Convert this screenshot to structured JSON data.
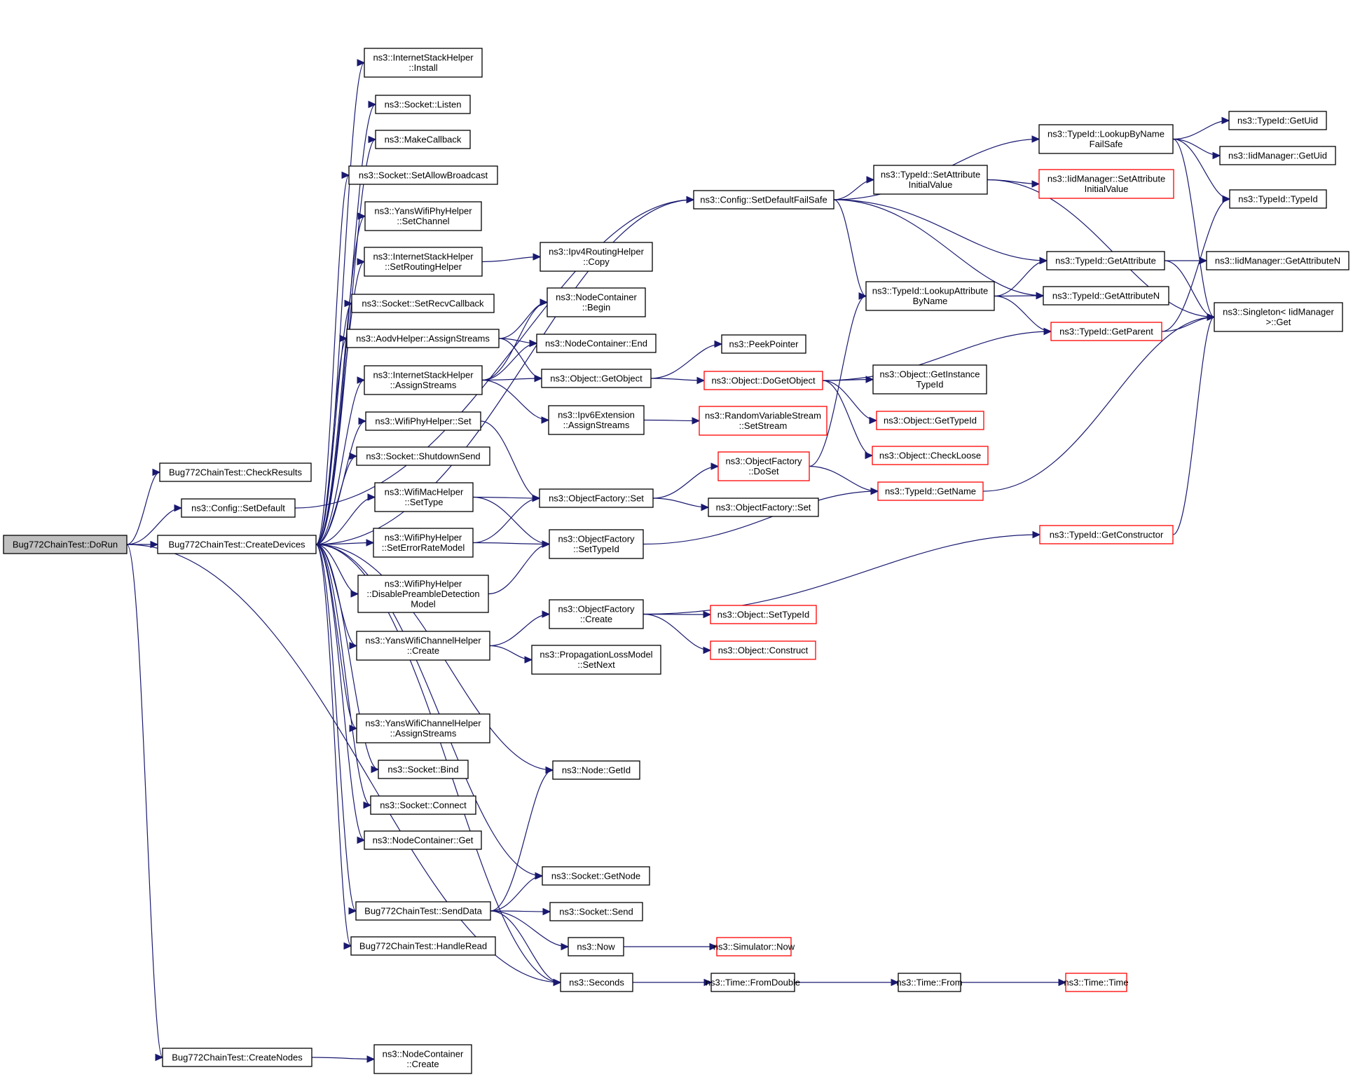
{
  "graph": {
    "title": "Bug772ChainTest::DoRun call graph",
    "colors": {
      "edge": "#191970",
      "node_border": "#000000",
      "node_border_incomplete": "#ff0000",
      "root_fill": "#bfbfbf"
    },
    "nodes": [
      {
        "id": "dorun",
        "lines": [
          "Bug772ChainTest::DoRun"
        ],
        "style": "root"
      },
      {
        "id": "checkresults",
        "lines": [
          "Bug772ChainTest::CheckResults"
        ]
      },
      {
        "id": "setdefault",
        "lines": [
          "ns3::Config::SetDefault"
        ]
      },
      {
        "id": "createdevices",
        "lines": [
          "Bug772ChainTest::CreateDevices"
        ]
      },
      {
        "id": "createnodes",
        "lines": [
          "Bug772ChainTest::CreateNodes"
        ]
      },
      {
        "id": "ish_install",
        "lines": [
          "ns3::InternetStackHelper",
          "::Install"
        ]
      },
      {
        "id": "sock_listen",
        "lines": [
          "ns3::Socket::Listen"
        ]
      },
      {
        "id": "makecallback",
        "lines": [
          "ns3::MakeCallback"
        ]
      },
      {
        "id": "sock_allowbc",
        "lines": [
          "ns3::Socket::SetAllowBroadcast"
        ]
      },
      {
        "id": "ywph_setchannel",
        "lines": [
          "ns3::YansWifiPhyHelper",
          "::SetChannel"
        ]
      },
      {
        "id": "ish_setrouting",
        "lines": [
          "ns3::InternetStackHelper",
          "::SetRoutingHelper"
        ]
      },
      {
        "id": "sock_setrecv",
        "lines": [
          "ns3::Socket::SetRecvCallback"
        ]
      },
      {
        "id": "aodv_assign",
        "lines": [
          "ns3::AodvHelper::AssignStreams"
        ]
      },
      {
        "id": "ish_assign",
        "lines": [
          "ns3::InternetStackHelper",
          "::AssignStreams"
        ]
      },
      {
        "id": "wph_set",
        "lines": [
          "ns3::WifiPhyHelper::Set"
        ]
      },
      {
        "id": "sock_shutdown",
        "lines": [
          "ns3::Socket::ShutdownSend"
        ]
      },
      {
        "id": "wmh_settype",
        "lines": [
          "ns3::WifiMacHelper",
          "::SetType"
        ]
      },
      {
        "id": "wph_seterr",
        "lines": [
          "ns3::WifiPhyHelper",
          "::SetErrorRateModel"
        ]
      },
      {
        "id": "wph_disable",
        "lines": [
          "ns3::WifiPhyHelper",
          "::DisablePreambleDetection",
          "Model"
        ]
      },
      {
        "id": "ywch_create",
        "lines": [
          "ns3::YansWifiChannelHelper",
          "::Create"
        ]
      },
      {
        "id": "ywch_assign",
        "lines": [
          "ns3::YansWifiChannelHelper",
          "::AssignStreams"
        ]
      },
      {
        "id": "sock_bind",
        "lines": [
          "ns3::Socket::Bind"
        ]
      },
      {
        "id": "sock_connect",
        "lines": [
          "ns3::Socket::Connect"
        ]
      },
      {
        "id": "nc_get",
        "lines": [
          "ns3::NodeContainer::Get"
        ]
      },
      {
        "id": "senddata",
        "lines": [
          "Bug772ChainTest::SendData"
        ]
      },
      {
        "id": "handleread",
        "lines": [
          "Bug772ChainTest::HandleRead"
        ]
      },
      {
        "id": "nc_create",
        "lines": [
          "ns3::NodeContainer",
          "::Create"
        ]
      },
      {
        "id": "ipv4rh_copy",
        "lines": [
          "ns3::Ipv4RoutingHelper",
          "::Copy"
        ]
      },
      {
        "id": "nc_begin",
        "lines": [
          "ns3::NodeContainer",
          "::Begin"
        ]
      },
      {
        "id": "nc_end",
        "lines": [
          "ns3::NodeContainer::End"
        ]
      },
      {
        "id": "obj_getobject",
        "lines": [
          "ns3::Object::GetObject"
        ]
      },
      {
        "id": "ipv6ext_assign",
        "lines": [
          "ns3::Ipv6Extension",
          "::AssignStreams"
        ]
      },
      {
        "id": "of_set",
        "lines": [
          "ns3::ObjectFactory::Set"
        ]
      },
      {
        "id": "of_settypeid",
        "lines": [
          "ns3::ObjectFactory",
          "::SetTypeId"
        ]
      },
      {
        "id": "of_create",
        "lines": [
          "ns3::ObjectFactory",
          "::Create"
        ]
      },
      {
        "id": "plm_setnext",
        "lines": [
          "ns3::PropagationLossModel",
          "::SetNext"
        ]
      },
      {
        "id": "node_getid",
        "lines": [
          "ns3::Node::GetId"
        ]
      },
      {
        "id": "sock_getnode",
        "lines": [
          "ns3::Socket::GetNode"
        ]
      },
      {
        "id": "sock_send",
        "lines": [
          "ns3::Socket::Send"
        ]
      },
      {
        "id": "now",
        "lines": [
          "ns3::Now"
        ]
      },
      {
        "id": "seconds",
        "lines": [
          "ns3::Seconds"
        ]
      },
      {
        "id": "cfg_setdefaultfs",
        "lines": [
          "ns3::Config::SetDefaultFailSafe"
        ]
      },
      {
        "id": "peekpointer",
        "lines": [
          "ns3::PeekPointer"
        ]
      },
      {
        "id": "obj_dogetobject",
        "lines": [
          "ns3::Object::DoGetObject"
        ],
        "style": "red"
      },
      {
        "id": "rvs_setstream",
        "lines": [
          "ns3::RandomVariableStream",
          "::SetStream"
        ],
        "style": "red"
      },
      {
        "id": "of_doset",
        "lines": [
          "ns3::ObjectFactory",
          "::DoSet"
        ],
        "style": "red"
      },
      {
        "id": "of_set2",
        "lines": [
          "ns3::ObjectFactory::Set"
        ]
      },
      {
        "id": "obj_settypeid",
        "lines": [
          "ns3::Object::SetTypeId"
        ],
        "style": "red"
      },
      {
        "id": "obj_construct",
        "lines": [
          "ns3::Object::Construct"
        ],
        "style": "red"
      },
      {
        "id": "sim_now",
        "lines": [
          "ns3::Simulator::Now"
        ],
        "style": "red"
      },
      {
        "id": "time_fromdouble",
        "lines": [
          "ns3::Time::FromDouble"
        ]
      },
      {
        "id": "tid_setattrinit",
        "lines": [
          "ns3::TypeId::SetAttribute",
          "InitialValue"
        ]
      },
      {
        "id": "tid_lookupattr",
        "lines": [
          "ns3::TypeId::LookupAttribute",
          "ByName"
        ]
      },
      {
        "id": "obj_getinsttid",
        "lines": [
          "ns3::Object::GetInstance",
          "TypeId"
        ]
      },
      {
        "id": "obj_gettypeid",
        "lines": [
          "ns3::Object::GetTypeId"
        ],
        "style": "red"
      },
      {
        "id": "obj_checkloose",
        "lines": [
          "ns3::Object::CheckLoose"
        ],
        "style": "red"
      },
      {
        "id": "tid_getname",
        "lines": [
          "ns3::TypeId::GetName"
        ],
        "style": "red"
      },
      {
        "id": "time_from",
        "lines": [
          "ns3::Time::From"
        ]
      },
      {
        "id": "tid_lookupbyname",
        "lines": [
          "ns3::TypeId::LookupByName",
          "FailSafe"
        ]
      },
      {
        "id": "iid_setattrinit",
        "lines": [
          "ns3::IidManager::SetAttribute",
          "InitialValue"
        ],
        "style": "red"
      },
      {
        "id": "tid_getattr",
        "lines": [
          "ns3::TypeId::GetAttribute"
        ]
      },
      {
        "id": "tid_getattrn",
        "lines": [
          "ns3::TypeId::GetAttributeN"
        ]
      },
      {
        "id": "tid_getparent",
        "lines": [
          "ns3::TypeId::GetParent"
        ],
        "style": "red"
      },
      {
        "id": "tid_getctor",
        "lines": [
          "ns3::TypeId::GetConstructor"
        ],
        "style": "red"
      },
      {
        "id": "time_time",
        "lines": [
          "ns3::Time::Time"
        ],
        "style": "red"
      },
      {
        "id": "tid_getuid",
        "lines": [
          "ns3::TypeId::GetUid"
        ]
      },
      {
        "id": "iid_getuid",
        "lines": [
          "ns3::IidManager::GetUid"
        ]
      },
      {
        "id": "tid_typeid",
        "lines": [
          "ns3::TypeId::TypeId"
        ]
      },
      {
        "id": "iid_getattrn",
        "lines": [
          "ns3::IidManager::GetAttributeN"
        ]
      },
      {
        "id": "singleton_get",
        "lines": [
          "ns3::Singleton< IidManager",
          ">::Get"
        ]
      }
    ],
    "edges": [
      [
        "dorun",
        "checkresults"
      ],
      [
        "dorun",
        "setdefault"
      ],
      [
        "dorun",
        "createdevices"
      ],
      [
        "dorun",
        "createnodes"
      ],
      [
        "dorun",
        "seconds"
      ],
      [
        "setdefault",
        "cfg_setdefaultfs"
      ],
      [
        "createdevices",
        "ish_install"
      ],
      [
        "createdevices",
        "sock_listen"
      ],
      [
        "createdevices",
        "makecallback"
      ],
      [
        "createdevices",
        "sock_allowbc"
      ],
      [
        "createdevices",
        "ywph_setchannel"
      ],
      [
        "createdevices",
        "ish_setrouting"
      ],
      [
        "createdevices",
        "sock_setrecv"
      ],
      [
        "createdevices",
        "aodv_assign"
      ],
      [
        "createdevices",
        "ish_assign"
      ],
      [
        "createdevices",
        "wph_set"
      ],
      [
        "createdevices",
        "sock_shutdown"
      ],
      [
        "createdevices",
        "wmh_settype"
      ],
      [
        "createdevices",
        "wph_seterr"
      ],
      [
        "createdevices",
        "wph_disable"
      ],
      [
        "createdevices",
        "ywch_create"
      ],
      [
        "createdevices",
        "ywch_assign"
      ],
      [
        "createdevices",
        "sock_bind"
      ],
      [
        "createdevices",
        "sock_connect"
      ],
      [
        "createdevices",
        "nc_get"
      ],
      [
        "createdevices",
        "senddata"
      ],
      [
        "createdevices",
        "handleread"
      ],
      [
        "createdevices",
        "node_getid"
      ],
      [
        "createdevices",
        "sock_getnode"
      ],
      [
        "createdevices",
        "seconds"
      ],
      [
        "createdevices",
        "cfg_setdefaultfs"
      ],
      [
        "createnodes",
        "nc_create"
      ],
      [
        "ish_setrouting",
        "ipv4rh_copy"
      ],
      [
        "aodv_assign",
        "nc_begin"
      ],
      [
        "aodv_assign",
        "nc_end"
      ],
      [
        "aodv_assign",
        "obj_getobject"
      ],
      [
        "ish_assign",
        "nc_begin"
      ],
      [
        "ish_assign",
        "nc_end"
      ],
      [
        "ish_assign",
        "obj_getobject"
      ],
      [
        "ish_assign",
        "ipv6ext_assign"
      ],
      [
        "wph_set",
        "of_set"
      ],
      [
        "wmh_settype",
        "of_set"
      ],
      [
        "wmh_settype",
        "of_settypeid"
      ],
      [
        "wph_seterr",
        "of_set"
      ],
      [
        "wph_seterr",
        "of_settypeid"
      ],
      [
        "wph_disable",
        "of_settypeid"
      ],
      [
        "ywch_create",
        "of_create"
      ],
      [
        "ywch_create",
        "plm_setnext"
      ],
      [
        "senddata",
        "node_getid"
      ],
      [
        "senddata",
        "sock_getnode"
      ],
      [
        "senddata",
        "sock_send"
      ],
      [
        "senddata",
        "now"
      ],
      [
        "senddata",
        "seconds"
      ],
      [
        "obj_getobject",
        "peekpointer"
      ],
      [
        "obj_getobject",
        "obj_dogetobject"
      ],
      [
        "ipv6ext_assign",
        "rvs_setstream"
      ],
      [
        "of_set",
        "of_doset"
      ],
      [
        "of_set",
        "of_set2"
      ],
      [
        "of_settypeid",
        "tid_getname"
      ],
      [
        "of_create",
        "obj_settypeid"
      ],
      [
        "of_create",
        "obj_construct"
      ],
      [
        "of_create",
        "tid_getctor"
      ],
      [
        "now",
        "sim_now"
      ],
      [
        "seconds",
        "time_fromdouble"
      ],
      [
        "cfg_setdefaultfs",
        "tid_lookupbyname"
      ],
      [
        "cfg_setdefaultfs",
        "tid_setattrinit"
      ],
      [
        "cfg_setdefaultfs",
        "tid_lookupattr"
      ],
      [
        "cfg_setdefaultfs",
        "tid_getattr"
      ],
      [
        "cfg_setdefaultfs",
        "tid_getattrn"
      ],
      [
        "obj_dogetobject",
        "obj_getinsttid"
      ],
      [
        "obj_dogetobject",
        "obj_gettypeid"
      ],
      [
        "obj_dogetobject",
        "obj_checkloose"
      ],
      [
        "obj_dogetobject",
        "tid_getparent"
      ],
      [
        "of_doset",
        "tid_lookupattr"
      ],
      [
        "of_doset",
        "tid_getname"
      ],
      [
        "time_fromdouble",
        "time_from"
      ],
      [
        "time_from",
        "time_time"
      ],
      [
        "tid_setattrinit",
        "iid_setattrinit"
      ],
      [
        "tid_setattrinit",
        "singleton_get"
      ],
      [
        "tid_lookupattr",
        "tid_getattr"
      ],
      [
        "tid_lookupattr",
        "tid_getattrn"
      ],
      [
        "tid_lookupattr",
        "tid_getparent"
      ],
      [
        "tid_getname",
        "singleton_get"
      ],
      [
        "tid_lookupbyname",
        "tid_getuid"
      ],
      [
        "tid_lookupbyname",
        "iid_getuid"
      ],
      [
        "tid_lookupbyname",
        "tid_typeid"
      ],
      [
        "tid_lookupbyname",
        "singleton_get"
      ],
      [
        "tid_getattr",
        "iid_getattrn"
      ],
      [
        "tid_getattr",
        "singleton_get"
      ],
      [
        "tid_getparent",
        "singleton_get"
      ],
      [
        "tid_getparent",
        "tid_typeid"
      ],
      [
        "tid_getctor",
        "singleton_get"
      ]
    ]
  }
}
